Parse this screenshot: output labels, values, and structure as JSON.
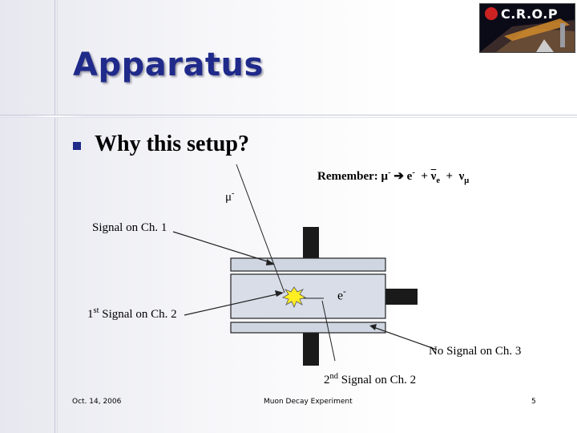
{
  "slide": {
    "title": "Apparatus",
    "bullet": "Why this setup?",
    "logo_text": "C.R.O.P"
  },
  "equation": {
    "prefix": "Remember: ",
    "lhs_particle": "μ",
    "lhs_charge": "-",
    "arrow": "➔",
    "electron": "e",
    "electron_charge": "-",
    "plus": "+",
    "antinu": "ν",
    "antinu_sub": "e",
    "nu": "ν",
    "nu_sub": "μ"
  },
  "labels": {
    "muon": "μ",
    "muon_charge": "-",
    "signal_ch1": "Signal on Ch. 1",
    "signal_ch2_first_ord": "1",
    "signal_ch2_first_sup": "st",
    "signal_ch2_first_rest": " Signal on Ch. 2",
    "electron": "e",
    "electron_charge": "-",
    "no_signal_ch3": "No Signal on Ch. 3",
    "signal_ch2_second_ord": "2",
    "signal_ch2_second_sup": "nd",
    "signal_ch2_second_rest": " Signal on Ch. 2"
  },
  "footer": {
    "date": "Oct. 14, 2006",
    "title": "Muon Decay Experiment",
    "page": "5"
  },
  "colors": {
    "title": "#1f2a8a",
    "scintillator_fill": "#cfd6e2",
    "detector_fill": "#d8dde8",
    "pmt": "#1a1a1a",
    "flash": "#ffee22"
  }
}
